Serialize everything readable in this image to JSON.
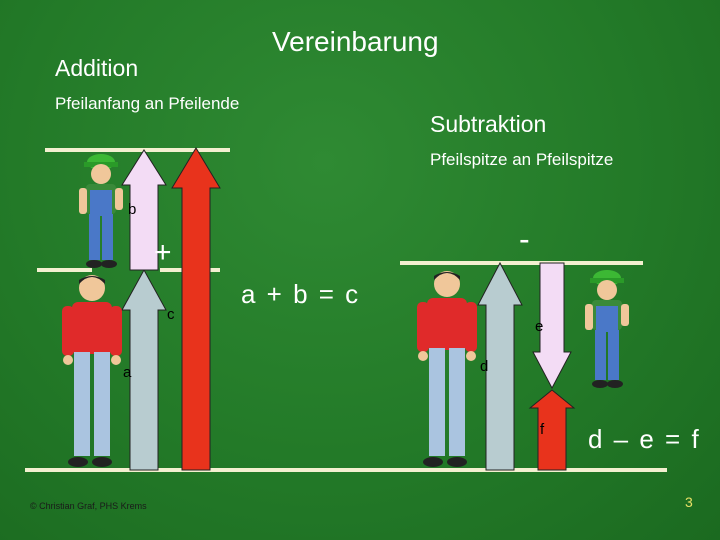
{
  "slide": {
    "title": "Vereinbarung",
    "addition": {
      "heading": "Addition",
      "rule": "Pfeilanfang an Pfeilende",
      "operator": "+",
      "equation": "a + b = c",
      "labels": {
        "a": "a",
        "b": "b",
        "c": "c"
      }
    },
    "subtraction": {
      "heading": "Subtraktion",
      "rule": "Pfeilspitze an Pfeilspitze",
      "operator": "-",
      "equation": "d – e = f",
      "labels": {
        "d": "d",
        "e": "e",
        "f": "f"
      }
    },
    "footer": {
      "copyright": "© Christian Graf, PHS Krems",
      "page_number": "3"
    },
    "colors": {
      "background": "#237a28",
      "arrow_gray": "#b8ccd0",
      "arrow_pink": "#f3dcf5",
      "arrow_red": "#e8331c",
      "line": "#f3f0d0",
      "page_number": "#e8e066"
    }
  }
}
